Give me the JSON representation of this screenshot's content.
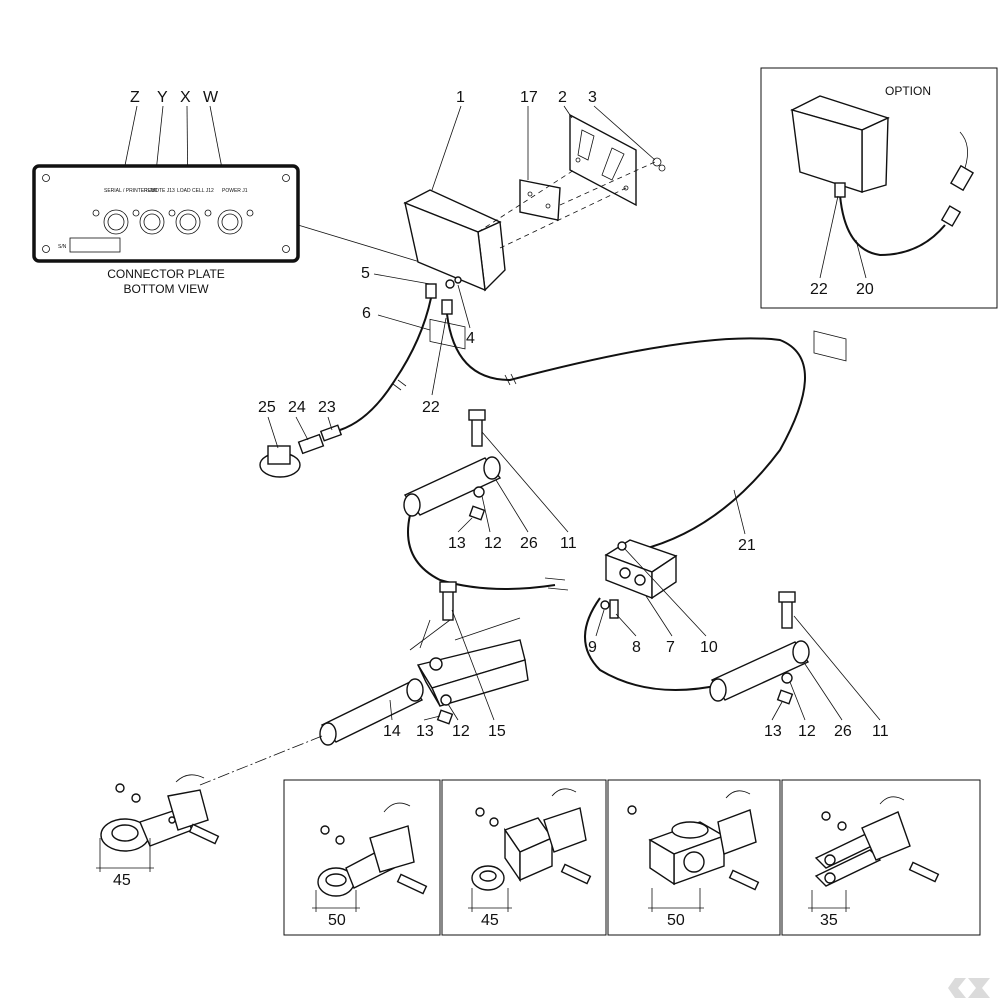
{
  "connector_plate": {
    "letters": [
      "Z",
      "Y",
      "X",
      "W"
    ],
    "ports": [
      "SERIAL / PRINTER J30",
      "REMOTE J13",
      "LOAD CELL J12",
      "POWER J1"
    ],
    "sn_label": "S/N",
    "caption_line1": "CONNECTOR PLATE",
    "caption_line2": "BOTTOM VIEW"
  },
  "option_box": {
    "title": "OPTION",
    "callouts": [
      "22",
      "20"
    ]
  },
  "callouts": {
    "c1": "1",
    "c17": "17",
    "c2": "2",
    "c3": "3",
    "c5": "5",
    "c4": "4",
    "c6": "6",
    "c22": "22",
    "c25": "25",
    "c24": "24",
    "c23": "23",
    "c13a": "13",
    "c12a": "12",
    "c26a": "26",
    "c11a": "11",
    "c21": "21",
    "c9": "9",
    "c8": "8",
    "c7": "7",
    "c10": "10",
    "c14": "14",
    "c13b": "13",
    "c12b": "12",
    "c15": "15",
    "c13c": "13",
    "c12c": "12",
    "c26c": "26",
    "c11c": "11"
  },
  "dimensions": {
    "d_main": "45",
    "d_panel1": "50",
    "d_panel2": "45",
    "d_panel3": "50",
    "d_panel4": "35"
  },
  "logo": {
    "icon": "kramp-k-logo"
  }
}
